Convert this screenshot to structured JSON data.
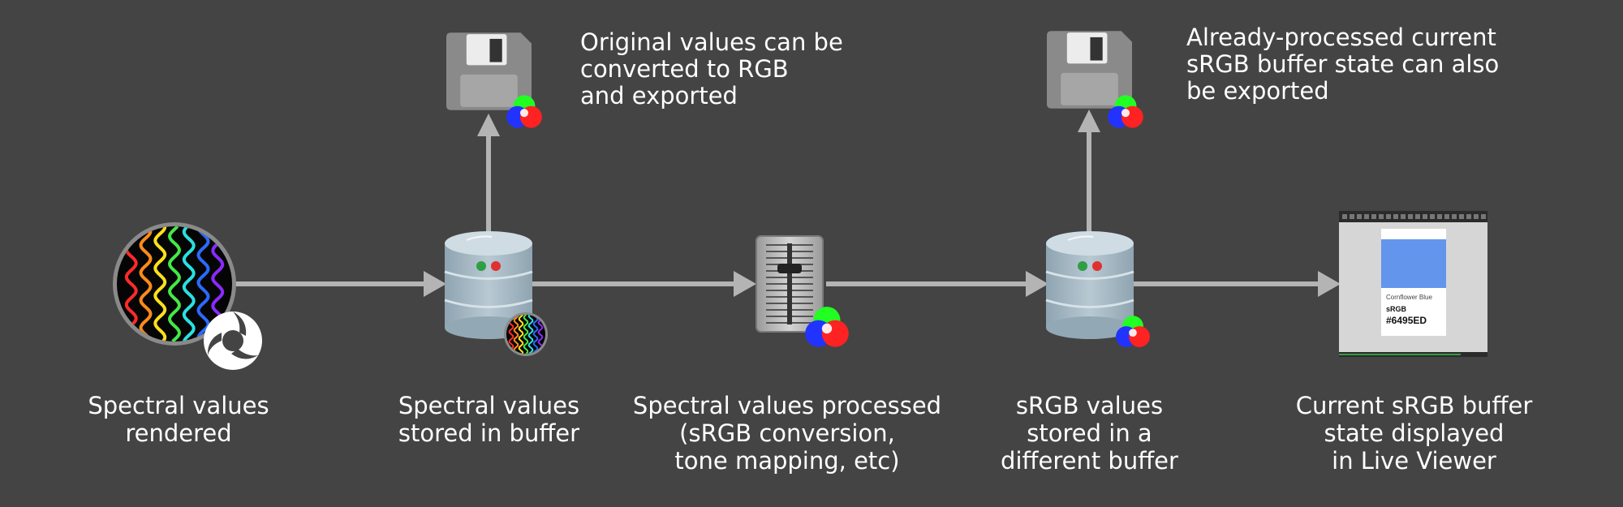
{
  "stages": [
    {
      "id": "rendered",
      "lines": [
        "Spectral values",
        "rendered"
      ]
    },
    {
      "id": "spectral-buffer",
      "lines": [
        "Spectral values",
        "stored in buffer"
      ]
    },
    {
      "id": "processed",
      "lines": [
        "Spectral values  processed",
        "(sRGB conversion,",
        "tone mapping, etc)"
      ]
    },
    {
      "id": "srgb-buffer",
      "lines": [
        "sRGB values",
        "stored in a",
        "different  buffer"
      ]
    },
    {
      "id": "live-viewer",
      "lines": [
        "Current sRGB buffer",
        "state displayed",
        "in Live Viewer"
      ]
    }
  ],
  "export_notes": [
    {
      "id": "export-original",
      "lines": [
        "Original values can be",
        "converted to RGB",
        "and exported"
      ]
    },
    {
      "id": "export-srgb",
      "lines": [
        "Already-processed current",
        "sRGB buffer state can also",
        "be exported"
      ]
    }
  ],
  "live_viewer": {
    "swatch_color": "#6495ED",
    "color_name": "Cornflower Blue",
    "color_space": "sRGB",
    "hex": "#6495ED"
  },
  "colors": {
    "background": "#444444",
    "arrow": "#b4b4b4",
    "text": "#ffffff"
  }
}
